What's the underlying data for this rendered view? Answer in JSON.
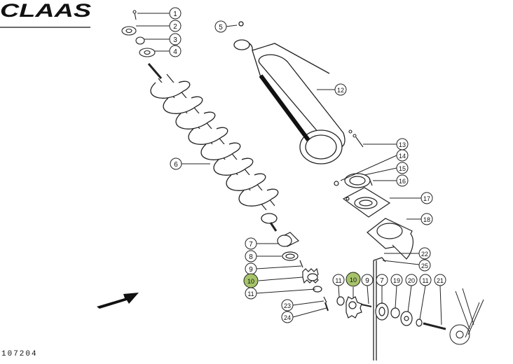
{
  "brand": {
    "logo_text": "CLAAS"
  },
  "document": {
    "number": "107204"
  },
  "highlight_color": "#a6c36a",
  "callouts": {
    "c1": "1",
    "c2": "2",
    "c3": "3",
    "c4": "4",
    "c5": "5",
    "c6": "6",
    "c7a": "7",
    "c8": "8",
    "c9a": "9",
    "c10a": "10",
    "c11a": "11",
    "c12": "12",
    "c13": "13",
    "c14": "14",
    "c15": "15",
    "c16": "16",
    "c17": "17",
    "c18": "18",
    "c22": "22",
    "c25": "25",
    "c11b": "11",
    "c10b": "10",
    "c9b": "9",
    "c7b": "7",
    "c19": "19",
    "c20": "20",
    "c11c": "11",
    "c21": "21",
    "c23": "23",
    "c24": "24"
  }
}
